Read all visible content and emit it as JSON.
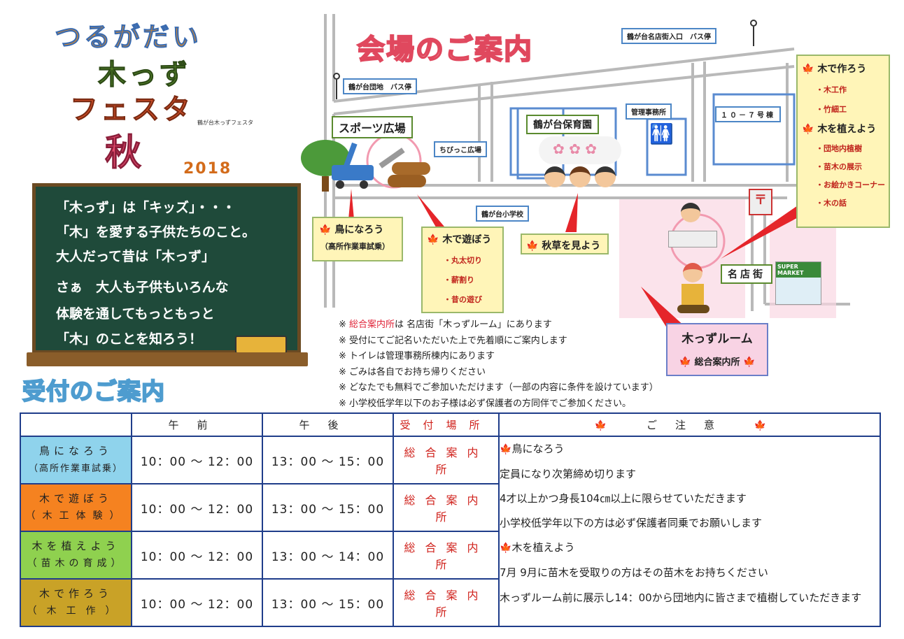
{
  "logo": {
    "line1": "つるがだい",
    "line2": "木っず",
    "line3": "フェスタ",
    "subtitle": "鶴が台木っずフェスタ",
    "line4": "秋",
    "year": "2018"
  },
  "board": {
    "lines": [
      "「木っず」は「キッズ」・・・",
      "「木」を愛する子供たちのこと。",
      "大人だって昔は「木っず」",
      "さぁ　大人も子供もいろんな",
      "体験を通してもっともっと",
      "「木」のことを知ろう！"
    ]
  },
  "map": {
    "title": "会場のご案内",
    "bus_stop_1": "鶴が台名店街入口　バス停",
    "bus_stop_2": "鶴が台団地　バス停",
    "sports_plaza": "スポーツ広場",
    "chibikko_plaza": "ちびっこ広場",
    "nursery": "鶴が台保育園",
    "office": "管理事務所",
    "building": "１０－７号棟",
    "school": "鶴が台小学校",
    "shop_street": "名店街",
    "supermarket": "SUPER MARKET",
    "room": {
      "title": "木っずルーム",
      "subtitle": "総合案内所"
    },
    "callouts": {
      "tori": {
        "title": "鳥になろう",
        "sub": "（高所作業車試乗）"
      },
      "asobo": {
        "title": "木で遊ぼう",
        "items": [
          "・丸太切り",
          "・薪割り",
          "・昔の遊び"
        ]
      },
      "akikusa": {
        "title": "秋草を見よう"
      },
      "tsukuro": {
        "title": "木で作ろう",
        "items": [
          "・木工作",
          "・竹細工"
        ],
        "title2": "木を植えよう",
        "items2": [
          "・団地内植樹",
          "・苗木の展示",
          "・お絵かきコーナー",
          "・木の話"
        ]
      }
    }
  },
  "notes": [
    {
      "prefix": "※ ",
      "red": "総合案内所",
      "text": "は 名店街「木っずルーム」にあります"
    },
    {
      "prefix": "※ ",
      "red": "",
      "text": "受付にてご記名いただいた上で先着順にご案内します"
    },
    {
      "prefix": "※ ",
      "red": "",
      "text": "トイレは管理事務所棟内にあります"
    },
    {
      "prefix": "※ ",
      "red": "",
      "text": "ごみは各自でお持ち帰りください"
    },
    {
      "prefix": "※ ",
      "red": "",
      "text": "どなたでも無料でご参加いただけます（一部の内容に条件を設けています）"
    },
    {
      "prefix": "※ ",
      "red": "",
      "text": "小学校低学年以下のお子様は必ず保護者の方同伴でご参加ください。"
    }
  ],
  "reception_title": "受付のご案内",
  "table": {
    "headers": {
      "am": "午前",
      "pm": "午後",
      "place": "受付場所",
      "caution": "ご注意"
    },
    "rows": [
      {
        "name": "鳥になろう",
        "sub": "（高所作業車試乗）",
        "color": "#8fd3ec",
        "am": "10：00 ～ 12：00",
        "pm": "13：00 ～ 15：00",
        "place": "総合案内所"
      },
      {
        "name": "木で遊ぼう",
        "sub": "（木工体験）",
        "color": "#f58220",
        "am": "10：00 ～ 12：00",
        "pm": "13：00 ～ 15：00",
        "place": "総合案内所"
      },
      {
        "name": "木を植えよう",
        "sub": "（苗木の育成）",
        "color": "#8fd14f",
        "am": "10：00 ～ 12：00",
        "pm": "13：00 ～ 14：00",
        "place": "総合案内所"
      },
      {
        "name": "木で作ろう",
        "sub": "（木工作）",
        "color": "#c9a227",
        "am": "10：00 ～ 12：00",
        "pm": "13：00 ～ 15：00",
        "place": "総合案内所"
      }
    ],
    "caution_lines": [
      "鳥になろう",
      "定員になり次第締め切ります",
      "4才以上かつ身長104㎝以上に限らせていただきます",
      "小学校低学年以下の方は必ず保護者同乗でお願いします",
      "木を植えよう",
      "7月 9月に苗木を受取りの方はその苗木をお持ちください",
      "木っずルーム前に展示し14：00から団地内に皆さまで植樹していただきます"
    ]
  },
  "colors": {
    "board": "#1f4a3a",
    "callout_bg": "#fff5b8",
    "table_border": "#1f3d8a",
    "red_text": "#d0221c"
  }
}
